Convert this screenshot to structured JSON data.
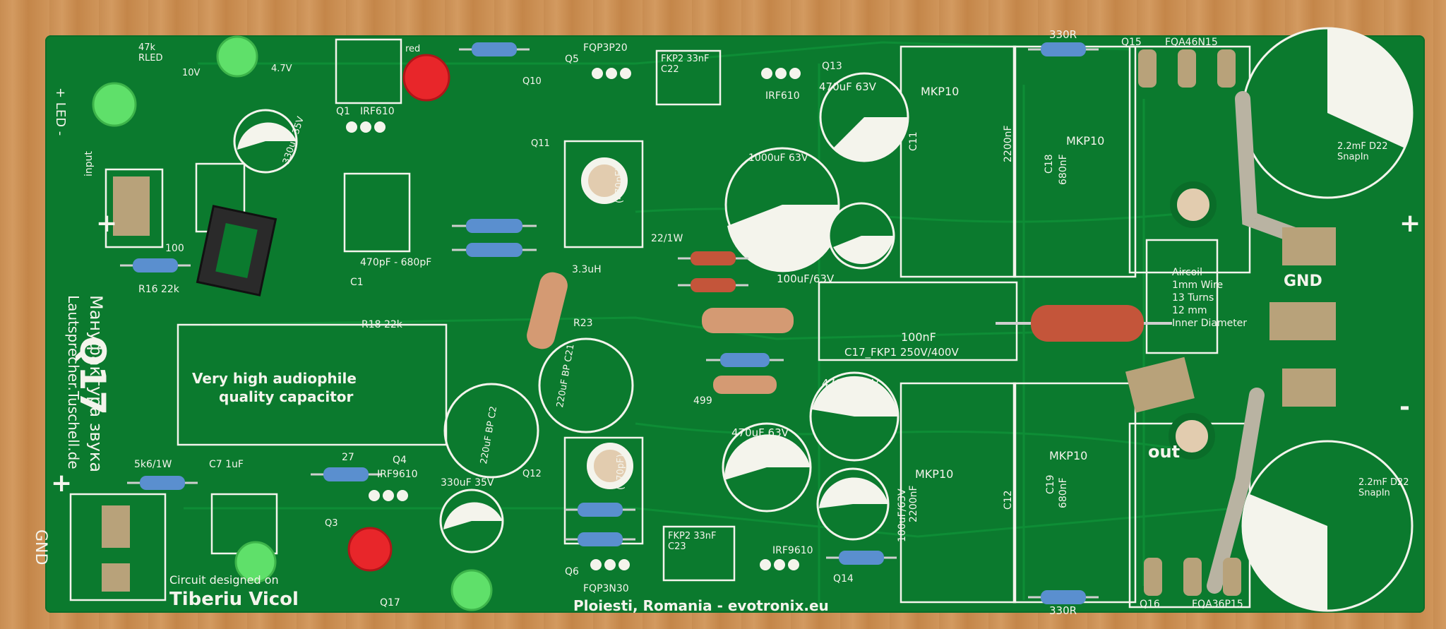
{
  "board": {
    "module_name": "Q17",
    "maker_cyrillic": "Мануфактура звука",
    "maker_site": "Lautsprecher.Tuschell.de",
    "credit_line": "Circuit designed on",
    "designer": "Tiberiu Vicol",
    "designer_tag": "Q17",
    "location": "Ploiesti, Romania - evotronix.eu",
    "cap_note": [
      "Very high audiophile",
      "quality capacitor"
    ],
    "coil_note": [
      "Aircoil",
      "1mm Wire",
      "13 Turns",
      "12 mm",
      "Inner Diameter"
    ],
    "connectors": {
      "led": "+ LED -",
      "input": "input",
      "gnd_left": "GND",
      "gnd_right": "GND",
      "out": "out",
      "plus": "+",
      "minus": "-"
    }
  },
  "labels": {
    "q15": "Q15",
    "q15_part": "FQA46N15",
    "q16": "Q16",
    "q16_part": "FQA36P15",
    "q5": "Q5",
    "q5_part": "FQP3P20",
    "q6": "Q6",
    "q6_part": "FQP3N30",
    "q13": "Q13",
    "q13_part": "IRF610",
    "q14": "Q14",
    "q14_part": "IRF9610",
    "q1": "Q1",
    "q1_part": "IRF610",
    "q4": "Q4",
    "q4_part": "IRF9610",
    "q10": "Q10",
    "q11": "Q11",
    "q12": "Q12",
    "q3": "Q3",
    "c11_val": "MKP10",
    "c11_cap": "2200nF",
    "c11": "C11",
    "c18_val": "MKP10",
    "c18_cap": "680nF",
    "c18": "C18",
    "c12_val": "MKP10",
    "c12_cap": "2200nF",
    "c12": "C12",
    "c19_val": "MKP10",
    "c19_cap": "680nF",
    "c19": "C19",
    "c17_val": "100nF",
    "c17": "C17_FKP1 250V/400V",
    "c24": "470uF 63V",
    "c25": "470uF 63V",
    "c26": "470uF 63V",
    "c28": "1000uF 63V",
    "c13": "100uF/63V",
    "c14": "100uF/63V",
    "c15": "2.2mF D22 SnapIn",
    "c16": "2.2mF D22 SnapIn",
    "c22": "FKP2 33nF C22",
    "c23": "FKP2 33nF C23",
    "r16": "R16 22k",
    "r18": "R18 22k",
    "r_100": "100",
    "r330_top": "330R",
    "r330_bot": "330R",
    "c7": "C7 1uF",
    "r_5k6": "5k6/1W",
    "r_27": "27",
    "c6": "330uF 35V",
    "c5": "330uF 35V",
    "r_47k": "47k RLED",
    "d_10v": "10V",
    "d_47v": "4.7V",
    "red_led": "red",
    "c1": "470pF - 680pF",
    "c1_ref": "C1",
    "c10": "22/1W",
    "r_499": "499",
    "l_33": "3.3uH",
    "r23": "R23",
    "c21": "220uF BP C21",
    "c2": "220uF BP C2",
    "c_470p": "(470pF)",
    "c_470p_b": "(470pF)"
  },
  "colors": {
    "board_green": "#0b7a2e",
    "silkscreen": "#f4f4ec",
    "copper": "#b8a27a",
    "led_green": "#5fe06a",
    "led_red": "#e8262a",
    "resistor_blue": "#5a8fcf",
    "resistor_red": "#c4553a",
    "resistor_tan": "#d49a73"
  }
}
